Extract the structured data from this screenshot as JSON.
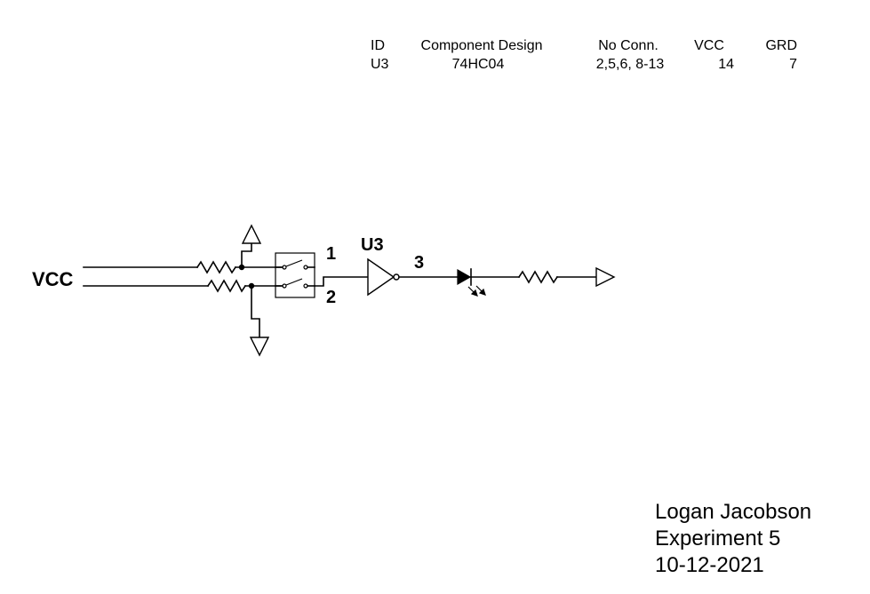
{
  "table": {
    "headers": [
      "ID",
      "Component Design",
      "No Conn.",
      "VCC",
      "GRD"
    ],
    "row": [
      "U3",
      "74HC04",
      "2,5,6, 8-13",
      "14",
      "7"
    ]
  },
  "labels": {
    "vcc": "VCC",
    "chip": "U3",
    "pin1": "1",
    "pin2": "2",
    "pin3": "3"
  },
  "title_block": {
    "author": "Logan Jacobson",
    "experiment": "Experiment 5",
    "date": "10-12-2021"
  }
}
